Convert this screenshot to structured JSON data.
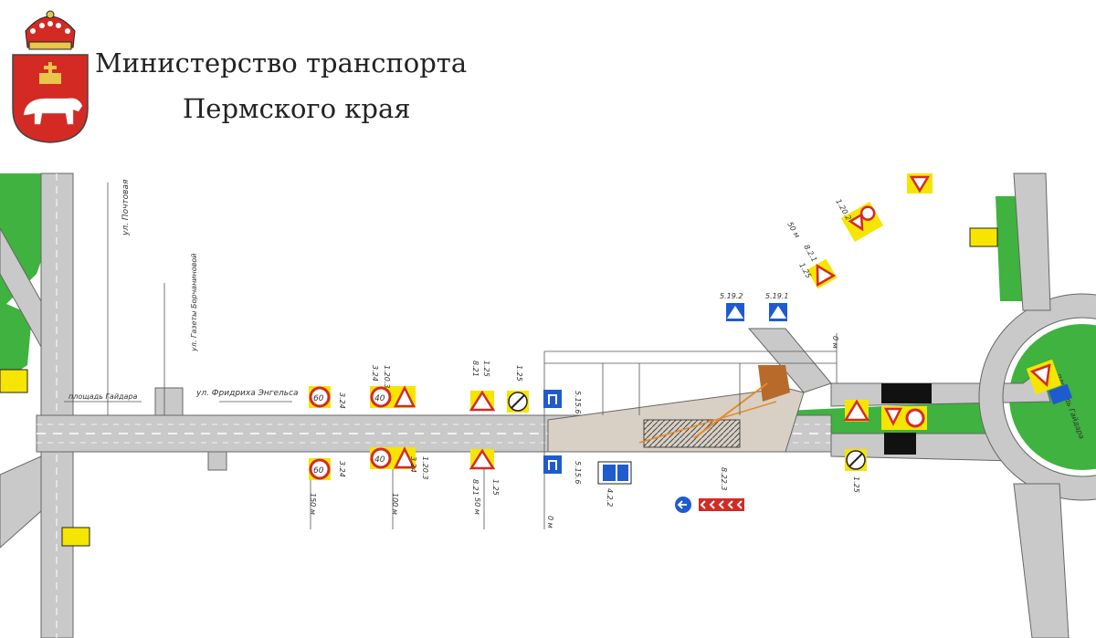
{
  "header": {
    "title_line1": "Министерство транспорта",
    "title_line2": "Пермского края"
  },
  "colors": {
    "accent_red": "#d42a24",
    "green_area": "#3fb23f",
    "sign_yellow": "#f6e500",
    "road_gray": "#c9c9c9"
  },
  "plan": {
    "street_labels": {
      "pochtovaya": "ул. Почтовая",
      "borchaninova": "ул. Газеты Борчаниновой",
      "engels": "ул. Фридриха Энгельса",
      "ploshchad_gaidara_left": "площадь Гайдара",
      "ploshchad_gaidara_right": "площадь Гайдара"
    },
    "sign_codes": {
      "s_3_24": "3.24",
      "s_1_20_3": "1.20.3",
      "s_8_21": "8.21",
      "s_1_25": "1.25",
      "s_5_15_6": "5.15.6",
      "s_4_2_2": "4.2.2",
      "s_8_22_3": "8.22.3",
      "s_5_19_2": "5.19.2",
      "s_5_19_1": "5.19.1",
      "s_1_20_2": "1.20.2",
      "s_8_2_1": "8.2.1"
    },
    "speed_limits": {
      "v40": "40",
      "v60": "60"
    },
    "distances": {
      "d_0": "0 м",
      "d_50": "50 м",
      "d_100": "100 м",
      "d_150": "150 м"
    }
  }
}
